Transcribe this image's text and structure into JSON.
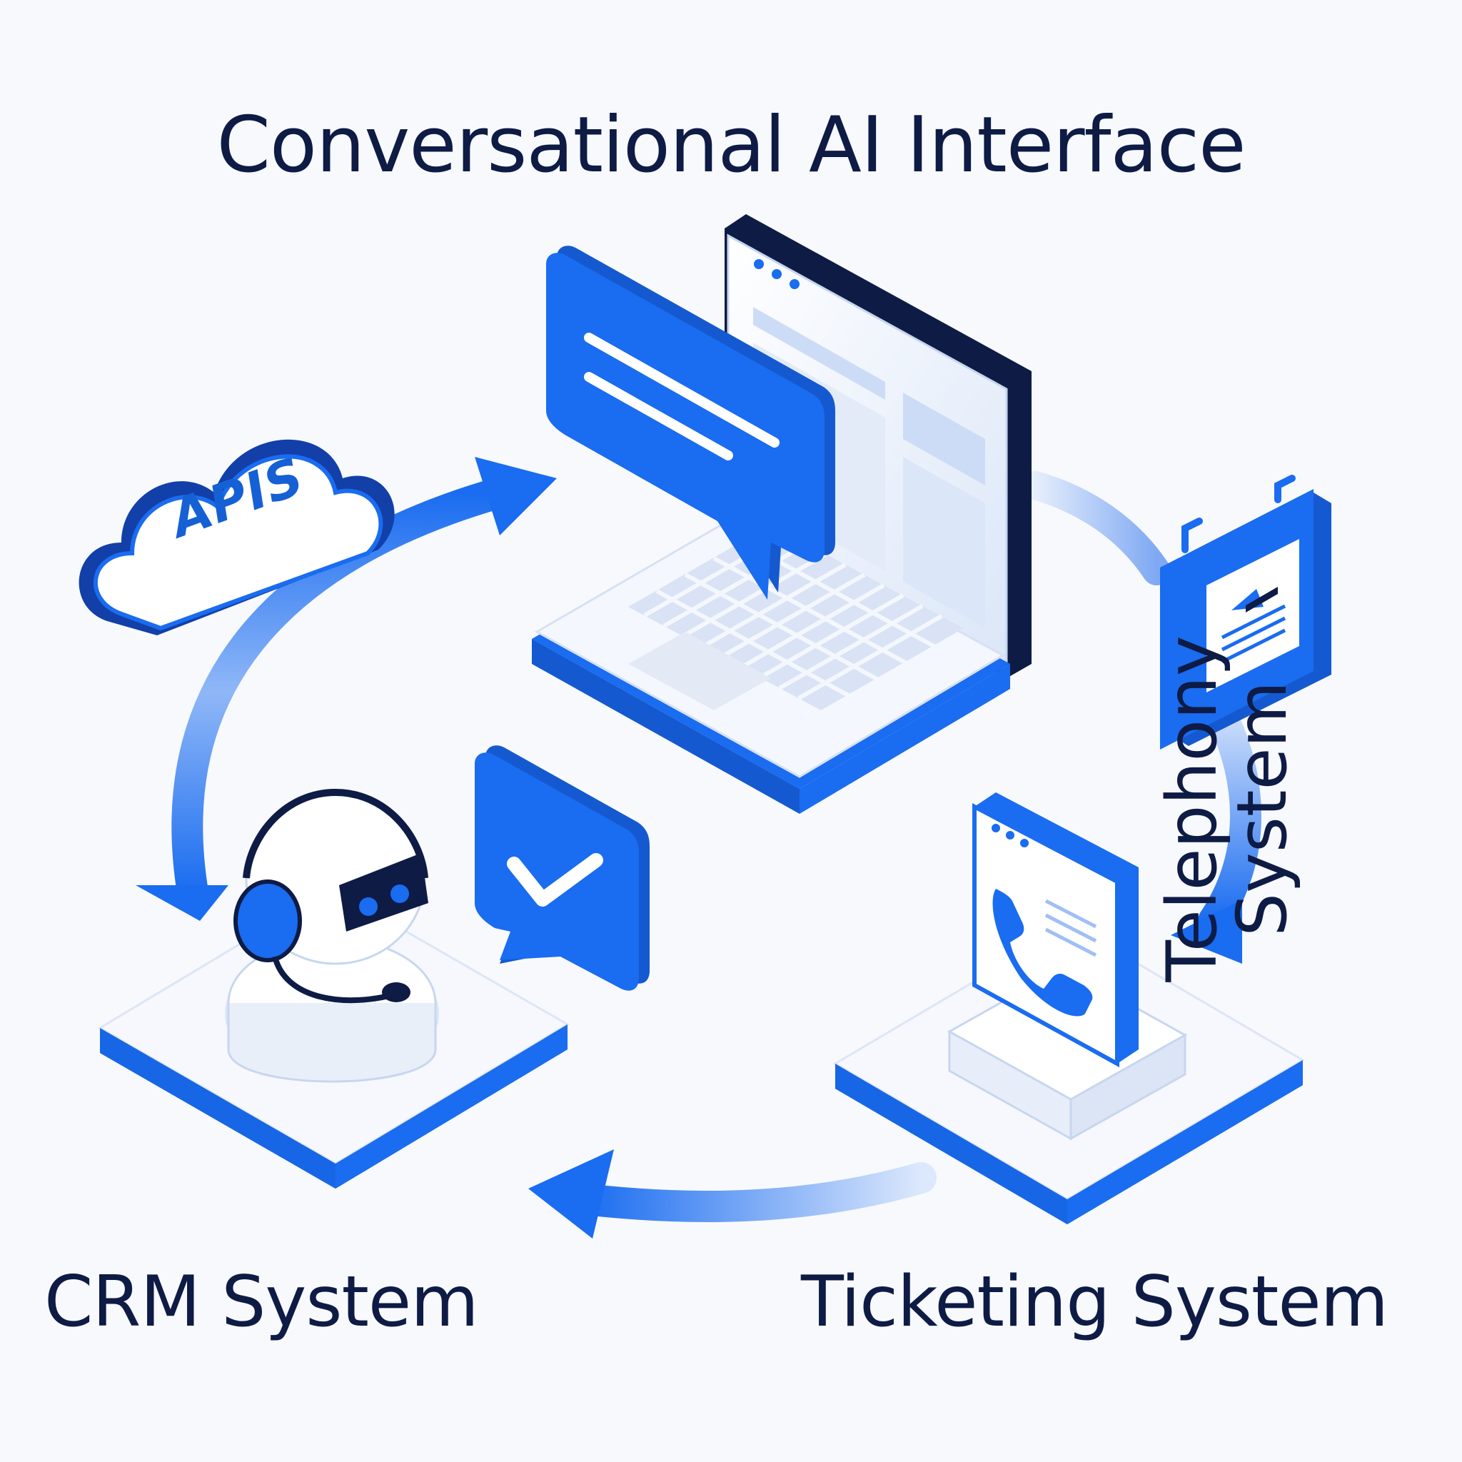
{
  "title": "Conversational AI Interface",
  "labels": {
    "crm": "CRM System",
    "ticketing": "Ticketing System",
    "telephony": "Telephony System",
    "apis": "APIS"
  },
  "colors": {
    "primary_blue": "#1a6cf0",
    "dark_navy": "#0d1b45",
    "light_fill": "#eef2fa",
    "pale_blue": "#cfe0fb",
    "background": "#f7f9fc"
  },
  "icons": [
    "cloud-icon",
    "laptop-icon",
    "chat-bubble-icon",
    "calendar-icon",
    "robot-agent-icon",
    "check-bubble-icon",
    "phone-app-icon",
    "arrow-icon"
  ]
}
